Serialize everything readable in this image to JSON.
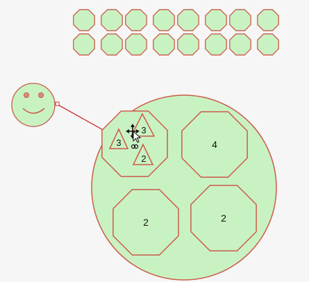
{
  "colors": {
    "background": "#f6f6f6",
    "fill": "#c9f2c2",
    "stroke": "#cc5a49",
    "connector": "#cc3333"
  },
  "palette": {
    "token_count": 16,
    "token_shape": "octagon"
  },
  "board": {
    "avatar_icon": "smiley-face-icon",
    "octagons": [
      {
        "label": ""
      },
      {
        "label": "4"
      },
      {
        "label": "2"
      },
      {
        "label": "2"
      }
    ],
    "triangles": [
      {
        "label": "3"
      },
      {
        "label": "3"
      },
      {
        "label": "2"
      }
    ],
    "cursor_icon": "move-cursor-icon"
  }
}
